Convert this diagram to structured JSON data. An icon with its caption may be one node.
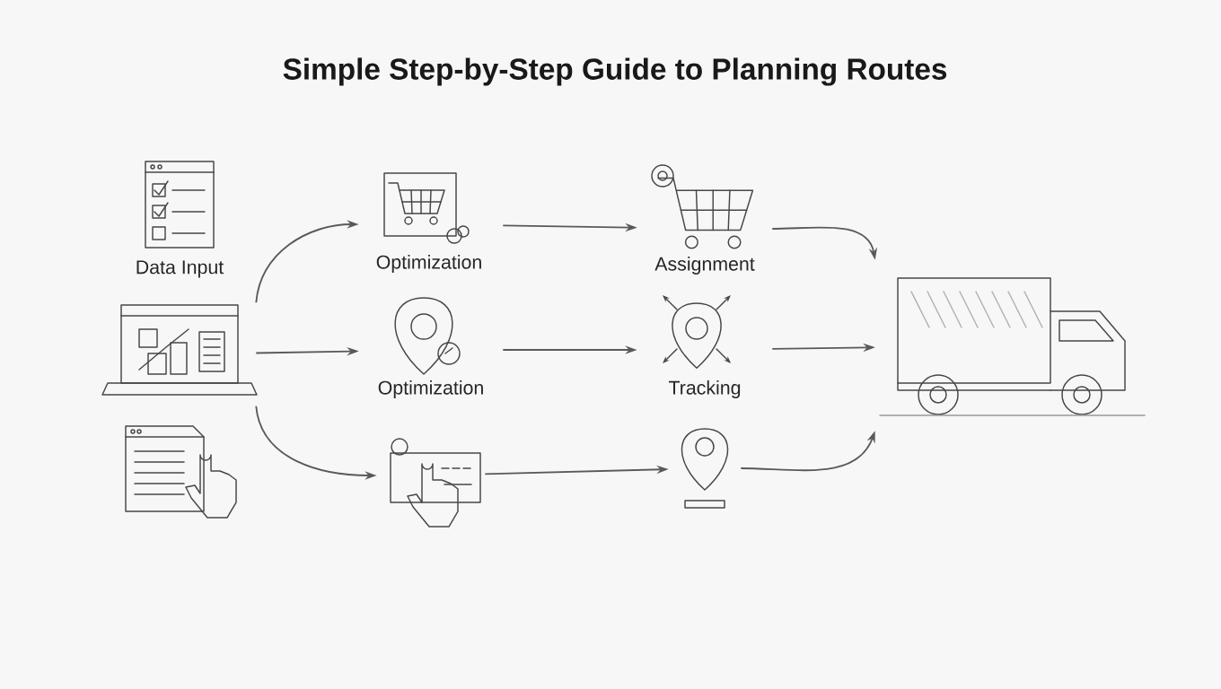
{
  "diagram": {
    "title": "Simple Step-by-Step Guide to Planning Routes",
    "nodes": [
      {
        "text": [
          "Data Input"
        ]
      },
      {
        "text": [],
        "shape": "picture"
      },
      {
        "text": [],
        "shape": "picture"
      },
      {
        "text": [
          "Optimization"
        ]
      },
      {
        "text": [
          "Optimization"
        ]
      },
      {
        "text": [],
        "shape": "picture"
      },
      {
        "text": [
          "Assignment"
        ]
      },
      {
        "text": [
          "Tracking"
        ]
      },
      {
        "text": [],
        "shape": "picture"
      },
      {
        "text": [],
        "shape": "picture"
      }
    ],
    "edges": [
      {
        "from": 1,
        "to": 3,
        "arrow": "to"
      },
      {
        "from": 1,
        "to": 4,
        "arrow": "to"
      },
      {
        "from": 1,
        "to": 5,
        "arrow": "to"
      },
      {
        "from": 3,
        "to": 6,
        "arrow": "to"
      },
      {
        "from": 4,
        "to": 7,
        "arrow": "to"
      },
      {
        "from": 5,
        "to": 8,
        "arrow": "to"
      },
      {
        "from": 6,
        "to": 9,
        "arrow": "to"
      },
      {
        "from": 7,
        "to": 9,
        "arrow": "to"
      },
      {
        "from": 8,
        "to": 9,
        "arrow": "to"
      }
    ]
  }
}
